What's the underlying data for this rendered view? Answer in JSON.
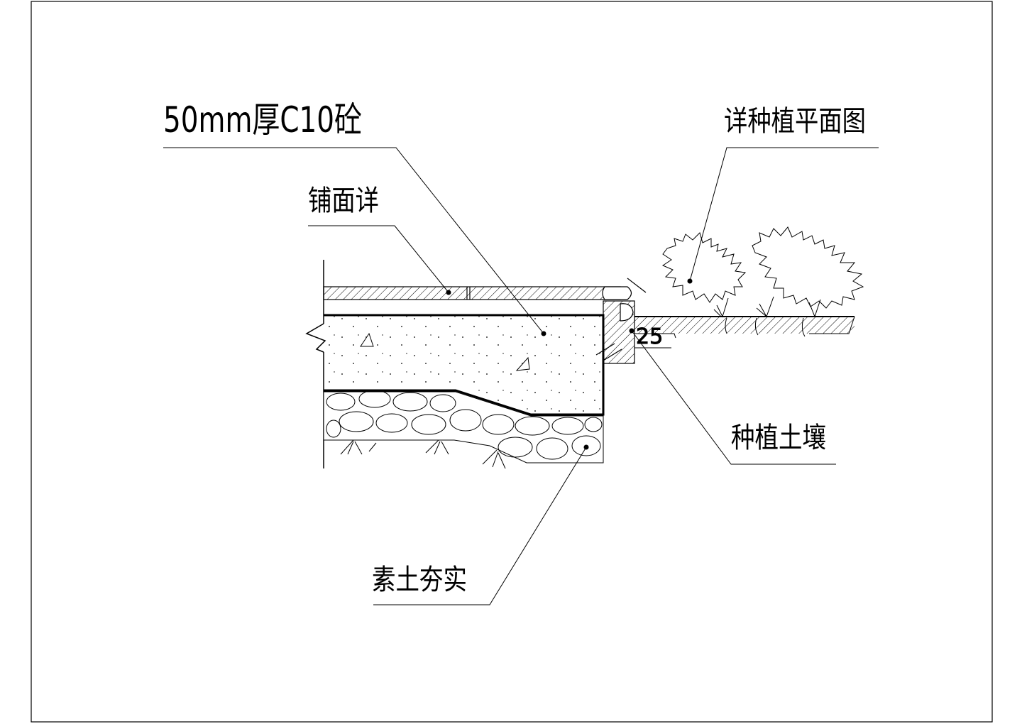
{
  "labels": {
    "concrete": "50mm厚C10砼",
    "paving": "铺面详",
    "planting_plan": "详种植平面图",
    "planting_soil": "种植土壤",
    "rammed_earth": "素土夯实",
    "dimension": "25"
  },
  "colors": {
    "line": "#000000",
    "background": "#ffffff"
  }
}
